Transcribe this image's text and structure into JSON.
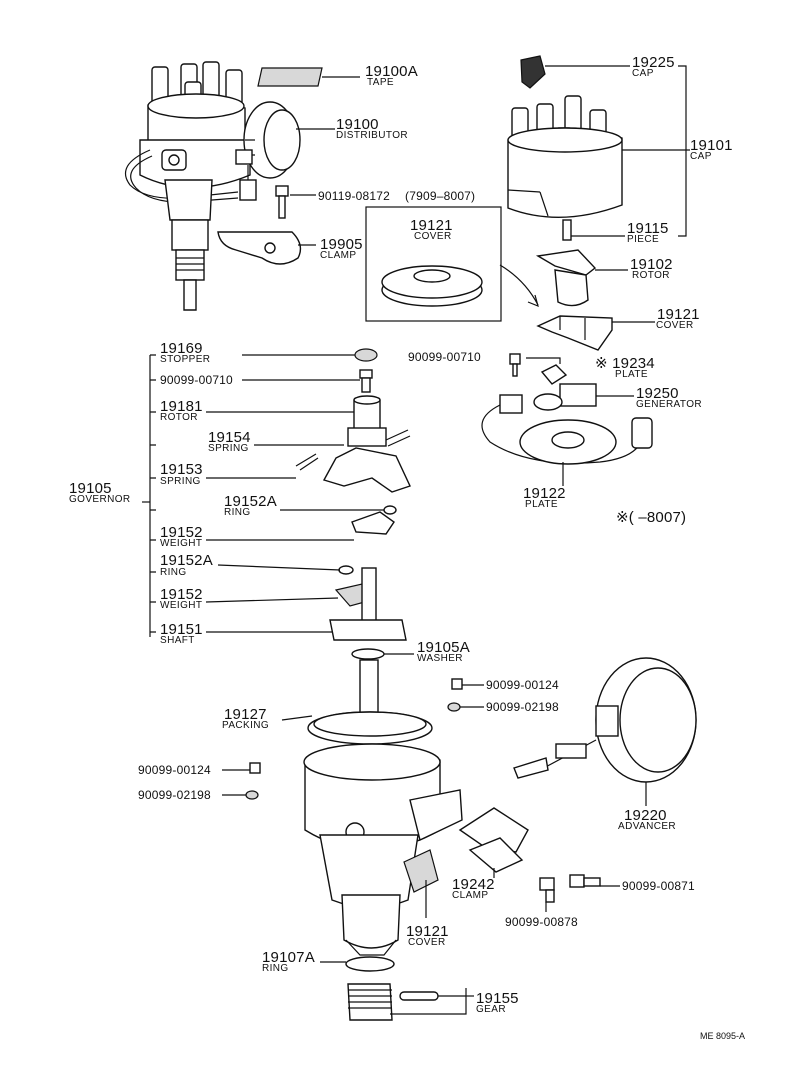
{
  "parts": {
    "p19100A": {
      "num": "19100A",
      "name": "TAPE"
    },
    "p19100": {
      "num": "19100",
      "name": "DISTRIBUTOR"
    },
    "p90119": {
      "num": "90119-08172",
      "note": "(7909–8007)"
    },
    "p19905": {
      "num": "19905",
      "name": "CLAMP"
    },
    "p19121a": {
      "num": "19121",
      "name": "COVER"
    },
    "p19225": {
      "num": "19225",
      "name": "CAP"
    },
    "p19101": {
      "num": "19101",
      "name": "CAP"
    },
    "p19115": {
      "num": "19115",
      "name": "PIECE"
    },
    "p19102": {
      "num": "19102",
      "name": "ROTOR"
    },
    "p19121b": {
      "num": "19121",
      "name": "COVER"
    },
    "p90099_710a": {
      "num": "90099-00710"
    },
    "p19234": {
      "num": "※ 19234",
      "name": "PLATE"
    },
    "p19250": {
      "num": "19250",
      "name": "GENERATOR"
    },
    "p19122": {
      "num": "19122",
      "name": "PLATE"
    },
    "footnote": "※(        –8007)",
    "p19169": {
      "num": "19169",
      "name": "STOPPER"
    },
    "p90099_710b": {
      "num": "90099-00710"
    },
    "p19181": {
      "num": "19181",
      "name": "ROTOR"
    },
    "p19154": {
      "num": "19154",
      "name": "SPRING"
    },
    "p19153": {
      "num": "19153",
      "name": "SPRING"
    },
    "p19105": {
      "num": "19105",
      "name": "GOVERNOR"
    },
    "p19152Aa": {
      "num": "19152A",
      "name": "RING"
    },
    "p19152a": {
      "num": "19152",
      "name": "WEIGHT"
    },
    "p19152Ab": {
      "num": "19152A",
      "name": "RING"
    },
    "p19152b": {
      "num": "19152",
      "name": "WEIGHT"
    },
    "p19151": {
      "num": "19151",
      "name": "SHAFT"
    },
    "p19105A": {
      "num": "19105A",
      "name": "WASHER"
    },
    "p90099_124a": {
      "num": "90099-00124"
    },
    "p90099_2198a": {
      "num": "90099-02198"
    },
    "p19127": {
      "num": "19127",
      "name": "PACKING"
    },
    "p90099_124b": {
      "num": "90099-00124"
    },
    "p90099_2198b": {
      "num": "90099-02198"
    },
    "p19220": {
      "num": "19220",
      "name": "ADVANCER"
    },
    "p19242": {
      "num": "19242",
      "name": "CLAMP"
    },
    "p90099_871": {
      "num": "90099-00871"
    },
    "p90099_878": {
      "num": "90099-00878"
    },
    "p19121c": {
      "num": "19121",
      "name": "COVER"
    },
    "p19107A": {
      "num": "19107A",
      "name": "RING"
    },
    "p19155": {
      "num": "19155",
      "name": "GEAR"
    }
  },
  "reference_code": "ME 8095-A"
}
